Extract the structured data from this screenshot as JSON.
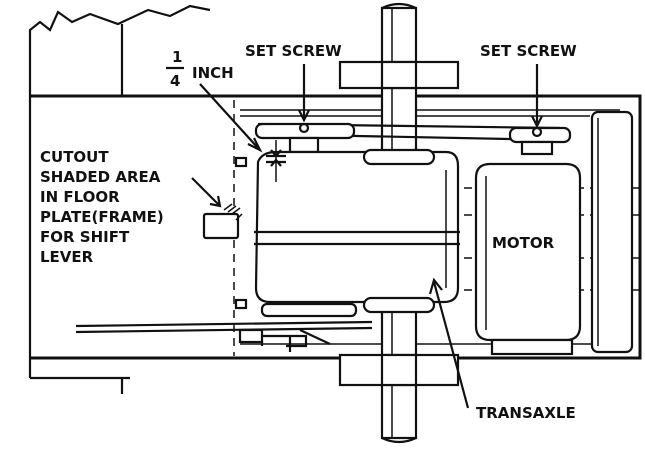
{
  "labels": {
    "set_screw_left": "SET SCREW",
    "set_screw_right": "SET SCREW",
    "fraction_num": "1",
    "fraction_den": "4",
    "inch": "INCH",
    "cutout_lines": [
      "CUTOUT",
      "SHADED AREA",
      "IN FLOOR",
      "PLATE(FRAME)",
      "FOR SHIFT",
      "LEVER"
    ],
    "motor": "MOTOR",
    "transaxle": "TRANSAXLE"
  }
}
